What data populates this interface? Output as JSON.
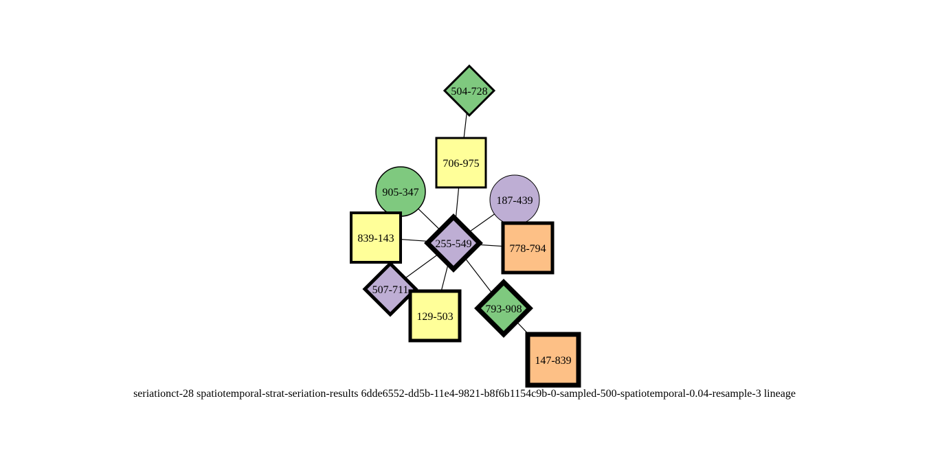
{
  "caption": "seriationct-28  spatiotemporal-strat-seriation-results  6dde6552-dd5b-11e4-9821-b8f6b1154c9b-0-sampled-500-spatiotemporal-0.04-resample-3  lineage",
  "colors": {
    "green": "#7fc97f",
    "yellow": "#ffff99",
    "purple": "#beaed4",
    "orange": "#fdc086",
    "stroke": "#000000"
  },
  "nodes": [
    {
      "id": "504-728",
      "label": "504-728",
      "shape": "diamond",
      "fill": "green"
    },
    {
      "id": "706-975",
      "label": "706-975",
      "shape": "square",
      "fill": "yellow"
    },
    {
      "id": "905-347",
      "label": "905-347",
      "shape": "circle",
      "fill": "green"
    },
    {
      "id": "187-439",
      "label": "187-439",
      "shape": "circle",
      "fill": "purple"
    },
    {
      "id": "839-143",
      "label": "839-143",
      "shape": "square",
      "fill": "yellow"
    },
    {
      "id": "255-549",
      "label": "255-549",
      "shape": "diamond",
      "fill": "purple"
    },
    {
      "id": "778-794",
      "label": "778-794",
      "shape": "square",
      "fill": "orange"
    },
    {
      "id": "507-711",
      "label": "507-711",
      "shape": "diamond",
      "fill": "purple"
    },
    {
      "id": "129-503",
      "label": "129-503",
      "shape": "square",
      "fill": "yellow"
    },
    {
      "id": "793-908",
      "label": "793-908",
      "shape": "diamond",
      "fill": "green"
    },
    {
      "id": "147-839",
      "label": "147-839",
      "shape": "square",
      "fill": "orange"
    }
  ],
  "edges": [
    [
      "504-728",
      "706-975"
    ],
    [
      "706-975",
      "255-549"
    ],
    [
      "905-347",
      "255-549"
    ],
    [
      "187-439",
      "255-549"
    ],
    [
      "839-143",
      "255-549"
    ],
    [
      "778-794",
      "255-549"
    ],
    [
      "507-711",
      "255-549"
    ],
    [
      "129-503",
      "255-549"
    ],
    [
      "793-908",
      "255-549"
    ],
    [
      "793-908",
      "147-839"
    ]
  ]
}
